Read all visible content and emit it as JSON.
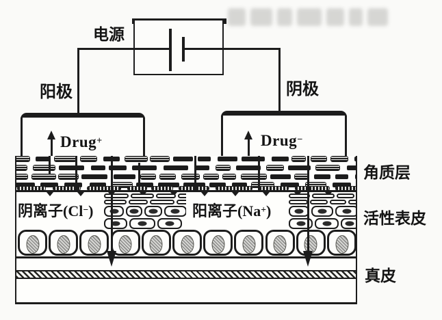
{
  "power": {
    "label": "电源"
  },
  "electrodes": {
    "left": {
      "label": "阳极",
      "drug": "Drug",
      "drug_sign": "+"
    },
    "right": {
      "label": "阴极",
      "drug": "Drug",
      "drug_sign": "−"
    }
  },
  "ions": {
    "anion": {
      "text": "阴离子(Cl",
      "sup": "−",
      "close": ")"
    },
    "cation": {
      "text": "阳离子(Na",
      "sup": "+",
      "close": ")"
    }
  },
  "layers": [
    {
      "label": "角质层"
    },
    {
      "label": "活性表皮"
    },
    {
      "label": "真皮"
    }
  ],
  "colors": {
    "ink": "#1c1c1c",
    "paper": "#fafaf8"
  }
}
